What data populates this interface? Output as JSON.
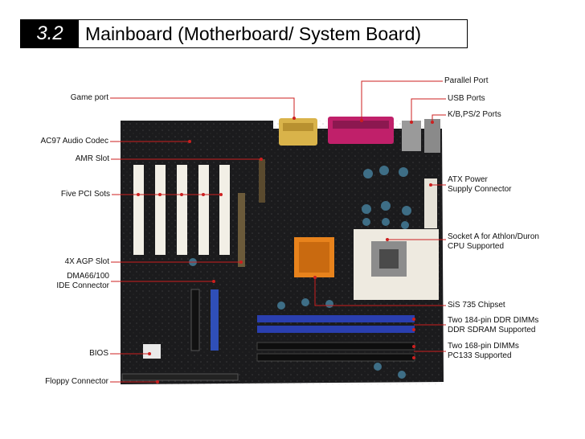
{
  "header": {
    "section_number": "3.2",
    "title": "Mainboard (Motherboard/ System Board)"
  },
  "labels_left": [
    {
      "id": "game-port",
      "lines": [
        "Game port"
      ]
    },
    {
      "id": "ac97-audio-codec",
      "lines": [
        "AC97 Audio Codec"
      ]
    },
    {
      "id": "amr-slot",
      "lines": [
        "AMR Slot"
      ]
    },
    {
      "id": "five-pci-slots",
      "lines": [
        "Five PCI Sots"
      ]
    },
    {
      "id": "agp-slot",
      "lines": [
        "4X AGP Slot"
      ]
    },
    {
      "id": "ide-connector",
      "lines": [
        "DMA66/100",
        "IDE Connector"
      ]
    },
    {
      "id": "bios",
      "lines": [
        "BIOS"
      ]
    },
    {
      "id": "floppy-connector",
      "lines": [
        "Floppy Connector"
      ]
    }
  ],
  "labels_right": [
    {
      "id": "parallel-port",
      "lines": [
        "Parallel Port"
      ]
    },
    {
      "id": "usb-ports",
      "lines": [
        "USB Ports"
      ]
    },
    {
      "id": "kb-ps2-ports",
      "lines": [
        "K/B,PS/2 Ports"
      ]
    },
    {
      "id": "atx-power",
      "lines": [
        "ATX Power",
        "Supply Connector"
      ]
    },
    {
      "id": "socket-a",
      "lines": [
        "Socket A for Athlon/Duron",
        "CPU Supported"
      ]
    },
    {
      "id": "sis-chipset",
      "lines": [
        "SiS 735 Chipset"
      ]
    },
    {
      "id": "ddr-dimms",
      "lines": [
        "Two 184-pin DDR DIMMs",
        "DDR SDRAM Supported"
      ]
    },
    {
      "id": "sdram-dimms",
      "lines": [
        "Two 168-pin DIMMs",
        "PC133 Supported"
      ]
    }
  ],
  "colors": {
    "leader_line": "#cc1f1f",
    "board": "#1b1b1d",
    "pci_slot": "#f2efe6",
    "agp_slot": "#6b5a3a",
    "ddr_slot": "#2a3fb0",
    "sdram_slot": "#111111",
    "chipset": "#e8831c",
    "parallel_port": "#c0206a",
    "game_port": "#d9b34a"
  }
}
